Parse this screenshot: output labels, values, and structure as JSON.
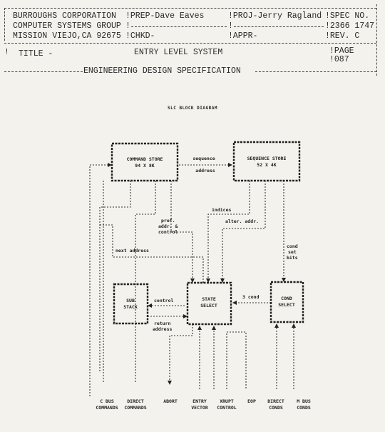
{
  "header": {
    "company": "BURROUGHS CORPORATION",
    "group": "COMPUTER SYSTEMS GROUP",
    "address": "MISSION VIEJO,CA 92675",
    "prep": "PREP-Dave Eaves",
    "chkd": "CHKD-",
    "proj": "PROJ-Jerry Ragland",
    "appr": "APPR-",
    "spec_label": "SPEC NO.",
    "spec_no": "2366 1747",
    "rev": "REV. C",
    "title_label": "TITLE -",
    "title_value": "ENTRY LEVEL SYSTEM",
    "page_label": "PAGE",
    "page_no": "087",
    "footer": "ENGINEERING DESIGN SPECIFICATION"
  },
  "diagram": {
    "title": "SLC BLOCK DIAGRAM",
    "blocks": {
      "command_store": [
        "COMMAND STORE",
        "94 X 8K"
      ],
      "sequence_store": [
        "SEQUENCE STORE",
        "52 X 4K"
      ],
      "sub_stack": [
        "SUB",
        "STACK"
      ],
      "state_select": [
        "STATE",
        "SELECT"
      ],
      "cond_select": [
        "COND",
        "SELECT"
      ]
    },
    "labels": {
      "sequence_address": [
        "sequence",
        "address"
      ],
      "indices": "indices",
      "pref_addr_control": [
        "pref.",
        "addr. &",
        "control"
      ],
      "alter_addr": "alter. addr.",
      "next_address": "next address",
      "cond_set_bits": [
        "cond",
        "set",
        "bits"
      ],
      "control": "control",
      "return_address": [
        "return",
        "address"
      ],
      "three_cond": "3 cond"
    },
    "signals": {
      "c_bus_commands": [
        "C BUS",
        "COMMANDS"
      ],
      "direct_commands": [
        "DIRECT",
        "COMMANDS"
      ],
      "abort": [
        "ABORT"
      ],
      "entry_vector": [
        "ENTRY",
        "VECTOR"
      ],
      "xrupt_control": [
        "XRUPT",
        "CONTROL"
      ],
      "eop": [
        "EOP"
      ],
      "direct_conds": [
        "DIRECT",
        "CONDS"
      ],
      "m_bus_conds": [
        "M BUS",
        "CONDS"
      ]
    }
  }
}
